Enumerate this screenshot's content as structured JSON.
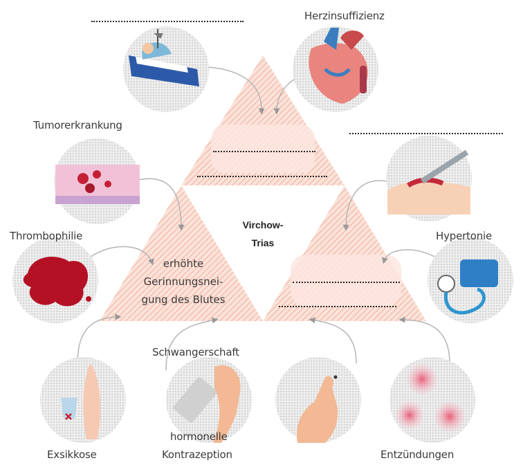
{
  "center": {
    "line1": "Virchow-",
    "line2": "Trias"
  },
  "triangle_left_text": [
    "erhöhte",
    "Gerinnungsnei-",
    "gung des Blutes"
  ],
  "labels": {
    "herzinsuffizienz": "Herzinsuffizienz",
    "tumorerkrankung": "Tumorerkrankung",
    "thrombophilie": "Thrombophilie",
    "hypertonie": "Hypertonie",
    "schwangerschaft": "Schwangerschaft",
    "exsikkose": "Exsikkose",
    "hormonelle_1": "hormonelle",
    "hormonelle_2": "Kontrazeption",
    "entzuendungen": "Entzündungen"
  },
  "colors": {
    "triangle_fill": "#f8d3c6",
    "hatch": "#f4b8a8",
    "arrow": "#b8b8b8",
    "circle_bg": "#e6e6e6"
  }
}
